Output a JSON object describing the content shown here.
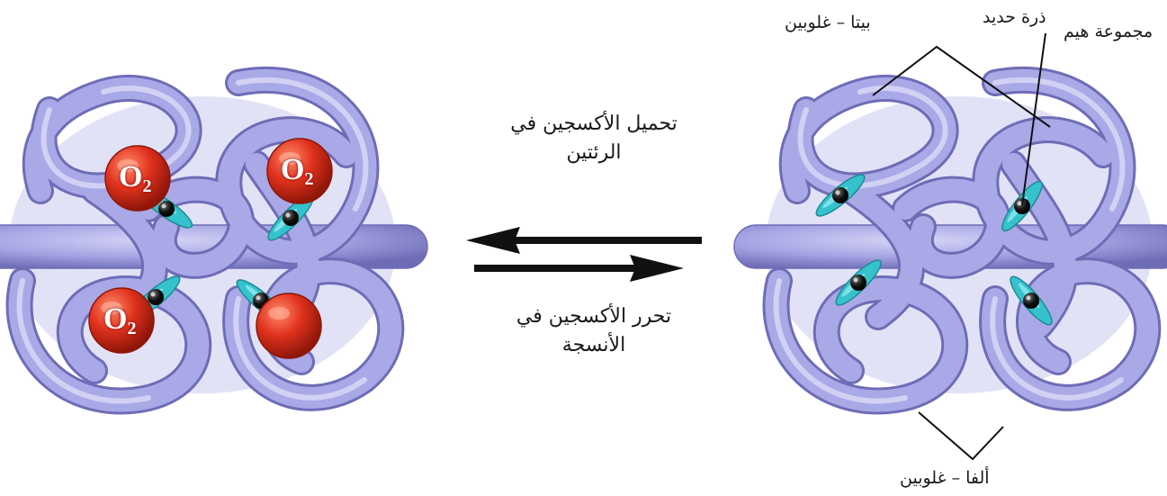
{
  "labels": {
    "heme_group": "مجموعة هيم",
    "iron_atom": "ذرة حديد",
    "beta_globin": "بيتا – غلوبين",
    "alpha_globin": "ألفا – غلوبين"
  },
  "arrows": {
    "loading_line1": "تحميل الأكسجين في",
    "loading_line2": "الرئتين",
    "release_line1": "تحرر الأكسجين في",
    "release_line2": "الأنسجة"
  },
  "oxygen": {
    "symbol": "O",
    "subscript": "2"
  },
  "colors": {
    "protein": "#a6a5e4",
    "protein_shadow": "#6f6cb6",
    "heme": "#35c2cc",
    "iron": "#111111",
    "oxygen": "#e0321e",
    "arrow": "#111111"
  }
}
